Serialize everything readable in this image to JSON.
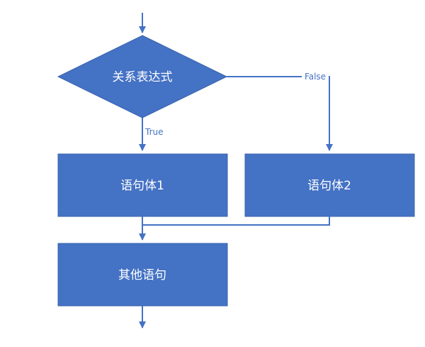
{
  "colors": {
    "shape_fill": "#4472c4",
    "shape_stroke": "#3a63ad",
    "connector": "#4472c4",
    "node_text": "#ffffff",
    "edge_text": "#4472c4"
  },
  "nodes": {
    "condition": "关系表达式",
    "statement_1": "语句体1",
    "statement_2": "语句体2",
    "other": "其他语句"
  },
  "edges": {
    "true_label": "True",
    "false_label": "False"
  }
}
